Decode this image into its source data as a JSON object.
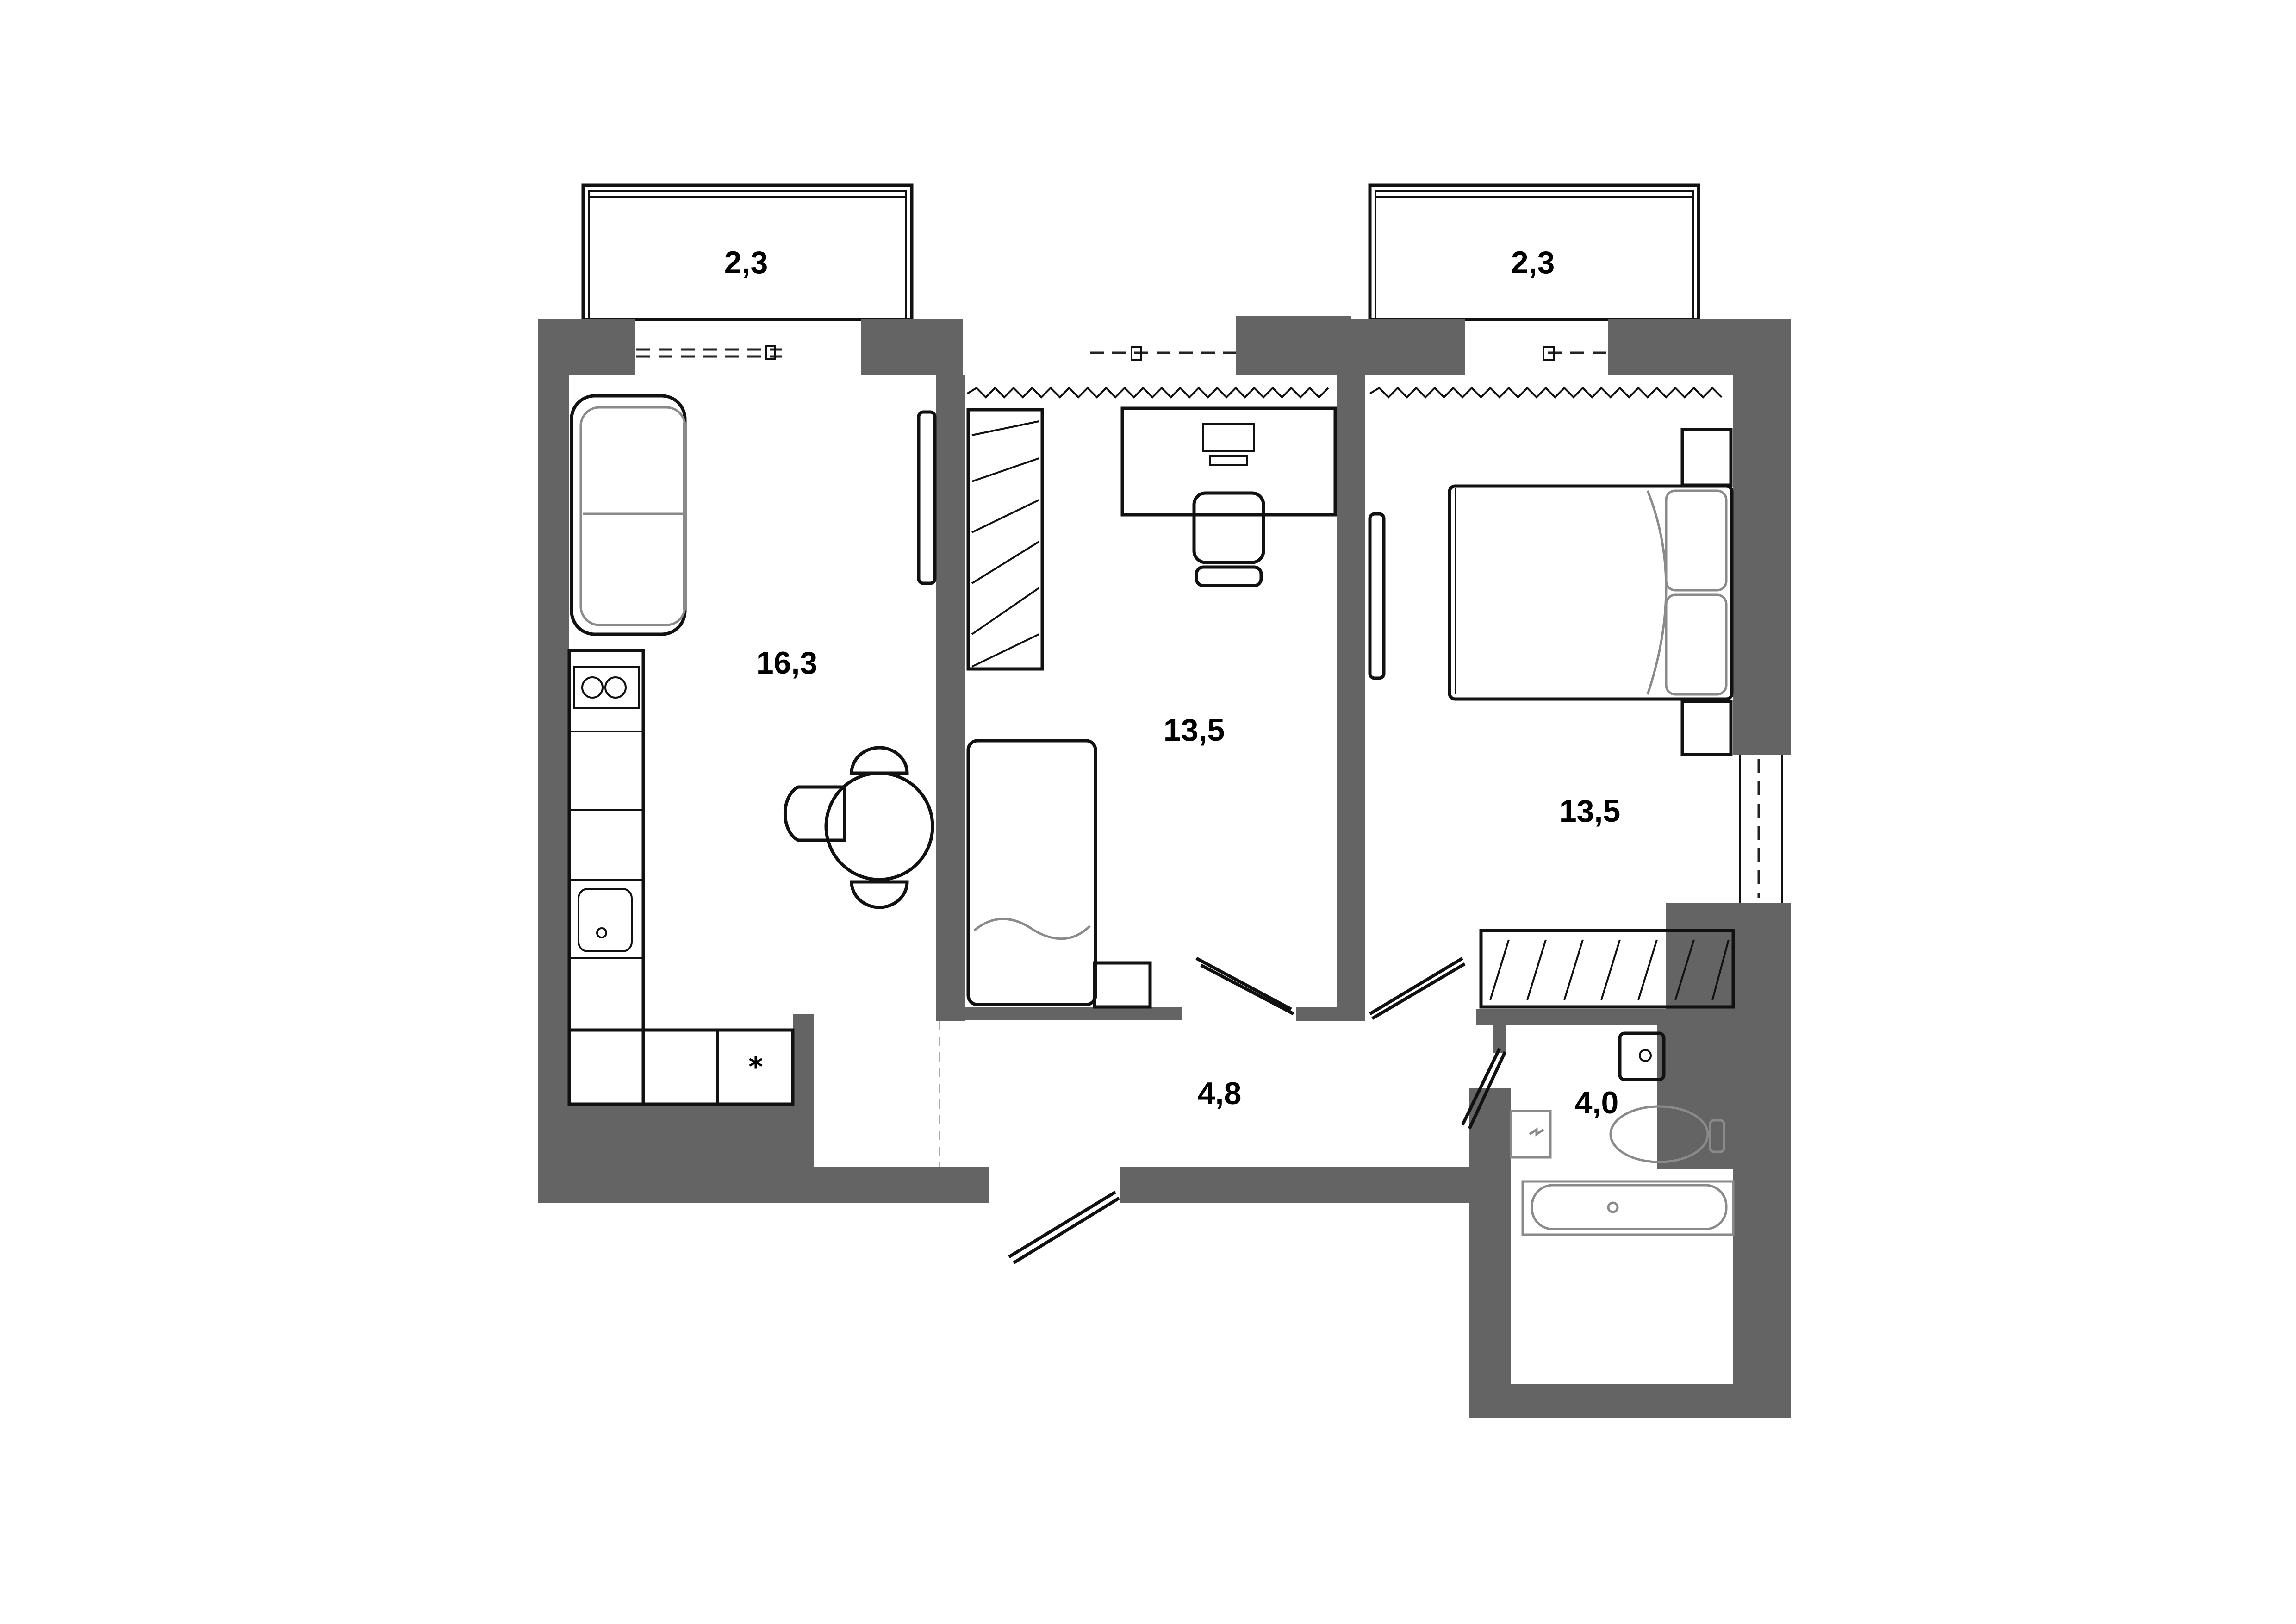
{
  "plan": {
    "type": "apartment-floor-plan",
    "wall_color": "#646464",
    "line_color": "#111111",
    "background": "#ffffff",
    "rooms": [
      {
        "id": "balcony-left",
        "label": "2,3"
      },
      {
        "id": "balcony-right",
        "label": "2,3"
      },
      {
        "id": "kitchen-living",
        "label": "16,3"
      },
      {
        "id": "bedroom-middle",
        "label": "13,5"
      },
      {
        "id": "bedroom-right",
        "label": "13,5"
      },
      {
        "id": "hallway",
        "label": "4,8"
      },
      {
        "id": "bathroom",
        "label": "4,0"
      }
    ],
    "marker": "*"
  }
}
